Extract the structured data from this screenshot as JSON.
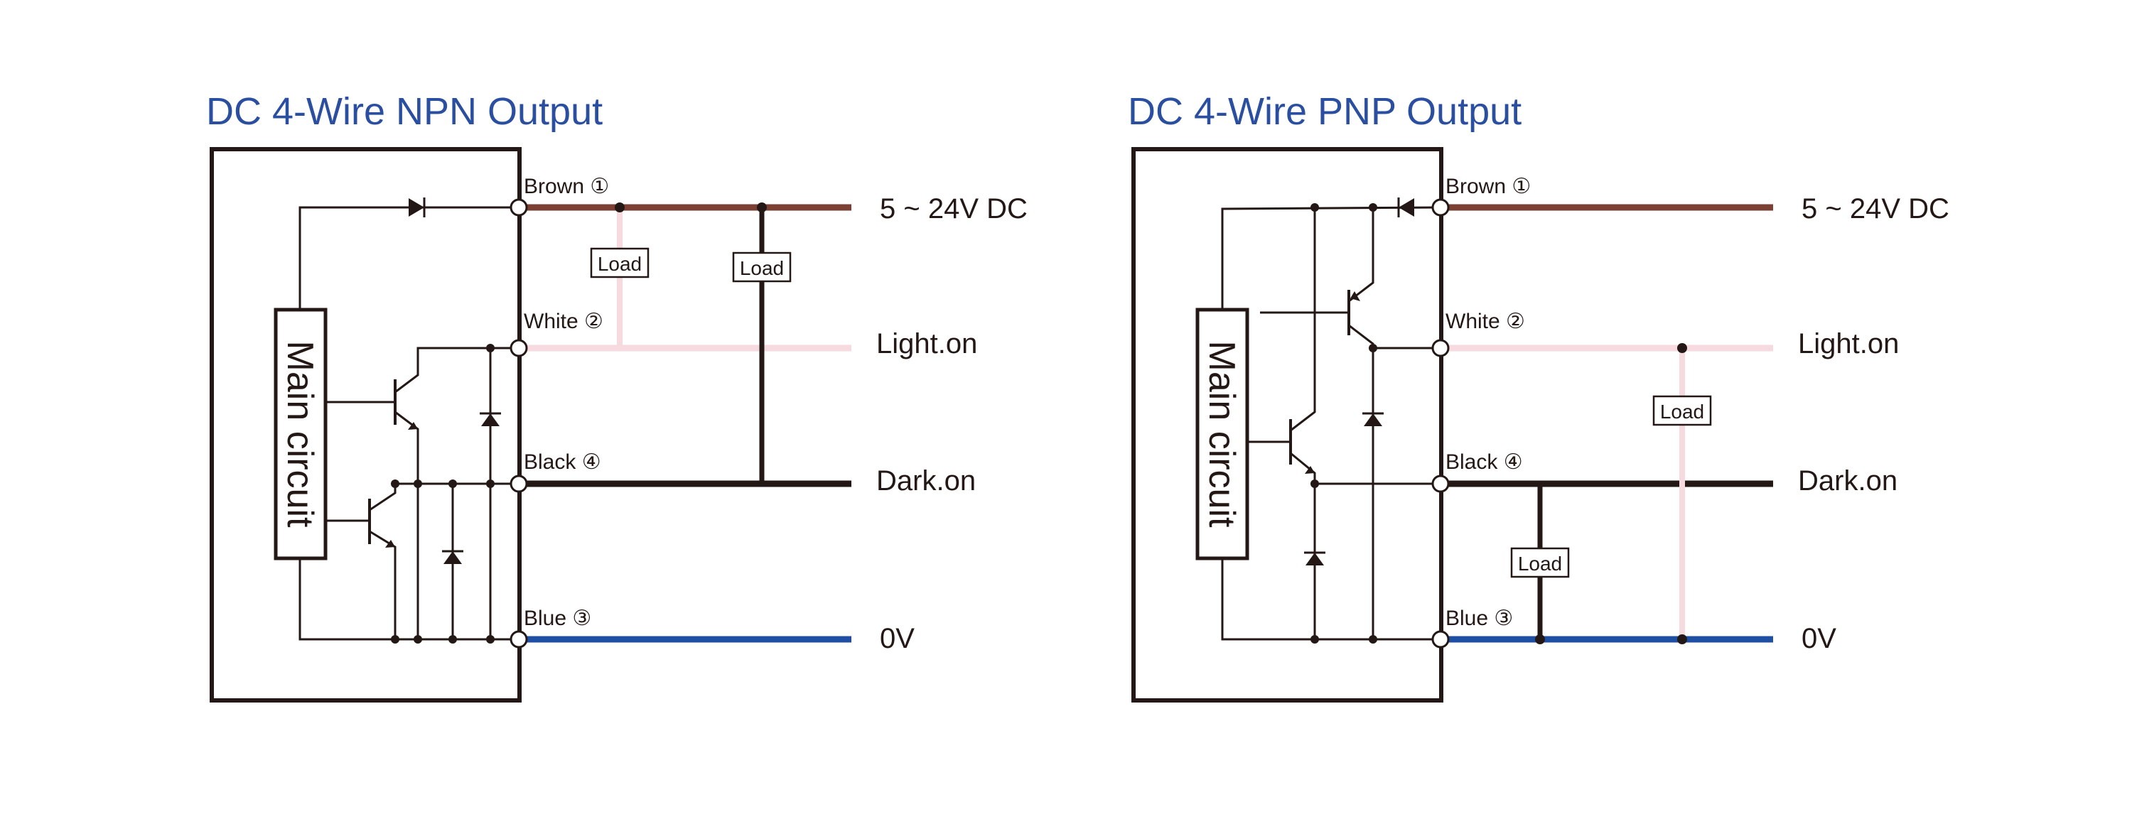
{
  "colors": {
    "title": "#2B4FA0",
    "ink": "#231815",
    "brown": "#7B3F33",
    "white_wire": "#F7D9E0",
    "black": "#231815",
    "blue": "#1F4FA3"
  },
  "npn": {
    "title": "DC 4-Wire NPN Output",
    "main_circuit": "Main circuit",
    "wires": {
      "brown": "Brown ①",
      "white": "White ②",
      "black": "Black ④",
      "blue": "Blue ③"
    },
    "terminals": {
      "supply": "5 ~ 24V DC",
      "light_on": "Light.on",
      "dark_on": "Dark.on",
      "zero_v": "0V"
    },
    "loads": [
      "Load",
      "Load"
    ]
  },
  "pnp": {
    "title": "DC 4-Wire PNP Output",
    "main_circuit": "Main circuit",
    "wires": {
      "brown": "Brown ①",
      "white": "White ②",
      "black": "Black ④",
      "blue": "Blue ③"
    },
    "terminals": {
      "supply": "5 ~ 24V DC",
      "light_on": "Light.on",
      "dark_on": "Dark.on",
      "zero_v": "0V"
    },
    "loads": [
      "Load",
      "Load"
    ]
  }
}
